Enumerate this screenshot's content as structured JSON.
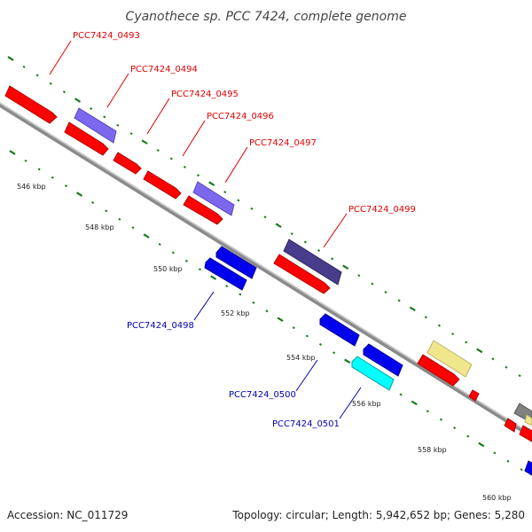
{
  "title": "Cyanothece sp. PCC 7424, complete genome",
  "footer": {
    "accession": "Accession: NC_011729",
    "topology": "Topology: circular; Length: 5,942,652 bp; Genes: 5,280"
  },
  "ticks": [
    {
      "label": "546 kbp"
    },
    {
      "label": "548 kbp"
    },
    {
      "label": "550 kbp"
    },
    {
      "label": "552 kbp"
    },
    {
      "label": "554 kbp"
    },
    {
      "label": "556 kbp"
    },
    {
      "label": "558 kbp"
    },
    {
      "label": "560 kbp"
    }
  ],
  "gene_labels": [
    {
      "text": "PCC7424_0493",
      "strand": "forward"
    },
    {
      "text": "PCC7424_0494",
      "strand": "forward"
    },
    {
      "text": "PCC7424_0495",
      "strand": "forward"
    },
    {
      "text": "PCC7424_0496",
      "strand": "forward"
    },
    {
      "text": "PCC7424_0497",
      "strand": "forward"
    },
    {
      "text": "PCC7424_0499",
      "strand": "forward"
    },
    {
      "text": "PCC7424_0498",
      "strand": "reverse"
    },
    {
      "text": "PCC7424_0500",
      "strand": "reverse"
    },
    {
      "text": "PCC7424_0501",
      "strand": "reverse"
    }
  ],
  "colors": {
    "forward_label": "#e00000",
    "reverse_label": "#0000b0",
    "gene_red": "#ff0000",
    "gene_blue": "#0000ee",
    "gene_lavender": "#7b68ee",
    "gene_slate": "#483d8b",
    "gene_cyan": "#00ffff",
    "gene_khaki": "#f0e68c",
    "gene_gray": "#808080",
    "backbone": "#8a8a8a",
    "tick": "#1a7a1a"
  }
}
